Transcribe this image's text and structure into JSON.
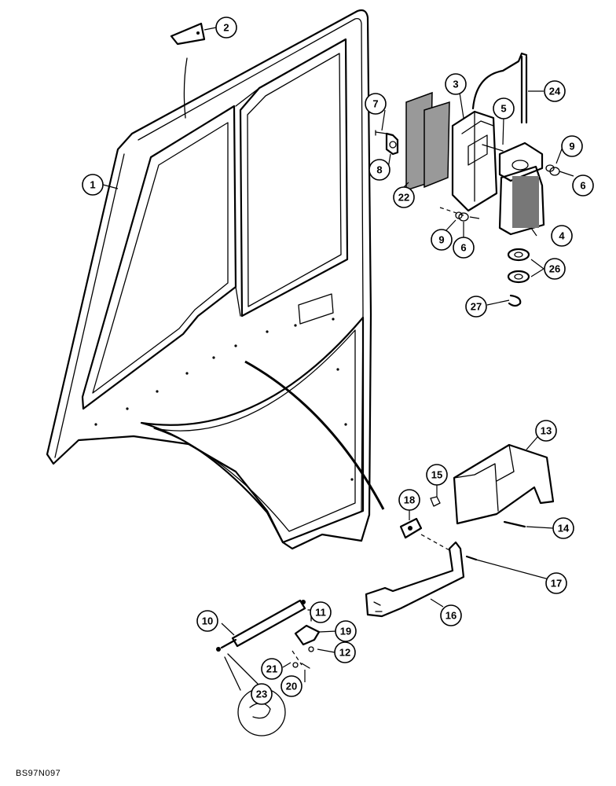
{
  "diagram": {
    "callouts": [
      {
        "id": "c1",
        "label": "1"
      },
      {
        "id": "c2",
        "label": "2"
      },
      {
        "id": "c3",
        "label": "3"
      },
      {
        "id": "c4",
        "label": "4"
      },
      {
        "id": "c5",
        "label": "5"
      },
      {
        "id": "c6a",
        "label": "6"
      },
      {
        "id": "c6b",
        "label": "6"
      },
      {
        "id": "c7",
        "label": "7"
      },
      {
        "id": "c8",
        "label": "8"
      },
      {
        "id": "c9a",
        "label": "9"
      },
      {
        "id": "c9b",
        "label": "9"
      },
      {
        "id": "c10",
        "label": "10"
      },
      {
        "id": "c11",
        "label": "11"
      },
      {
        "id": "c12",
        "label": "12"
      },
      {
        "id": "c13",
        "label": "13"
      },
      {
        "id": "c14",
        "label": "14"
      },
      {
        "id": "c15",
        "label": "15"
      },
      {
        "id": "c16",
        "label": "16"
      },
      {
        "id": "c17",
        "label": "17"
      },
      {
        "id": "c18",
        "label": "18"
      },
      {
        "id": "c19",
        "label": "19"
      },
      {
        "id": "c20",
        "label": "20"
      },
      {
        "id": "c21",
        "label": "21"
      },
      {
        "id": "c22",
        "label": "22"
      },
      {
        "id": "c23",
        "label": "23"
      },
      {
        "id": "c24",
        "label": "24"
      },
      {
        "id": "c26",
        "label": "26"
      },
      {
        "id": "c27",
        "label": "27"
      }
    ],
    "figure_code": "BS97N097"
  }
}
